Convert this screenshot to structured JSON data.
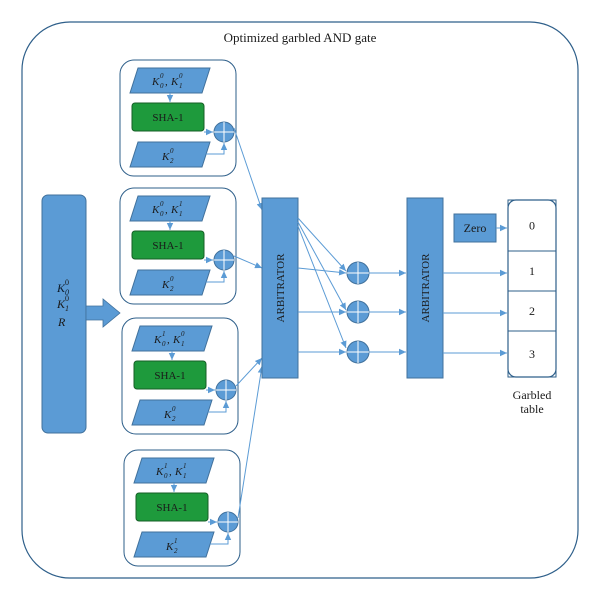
{
  "title": "Optimized garbled AND gate",
  "input_block": {
    "line1": "K",
    "line1_sub": "0",
    "line1_sup": "0",
    "line2": "K",
    "line2_sub": "1",
    "line2_sup": "0",
    "line3": "R"
  },
  "modules": [
    {
      "keys_a": "K",
      "keys_a_sub": "0",
      "keys_a_sup": "0",
      "keys_b": "K",
      "keys_b_sub": "1",
      "keys_b_sup": "0",
      "hash": "SHA-1",
      "key_c": "K",
      "key_c_sub": "2",
      "key_c_sup": "0"
    },
    {
      "keys_a": "K",
      "keys_a_sub": "0",
      "keys_a_sup": "0",
      "keys_b": "K",
      "keys_b_sub": "1",
      "keys_b_sup": "1",
      "hash": "SHA-1",
      "key_c": "K",
      "key_c_sub": "2",
      "key_c_sup": "0"
    },
    {
      "keys_a": "K",
      "keys_a_sub": "0",
      "keys_a_sup": "1",
      "keys_b": "K",
      "keys_b_sub": "1",
      "keys_b_sup": "0",
      "hash": "SHA-1",
      "key_c": "K",
      "key_c_sub": "2",
      "key_c_sup": "0"
    },
    {
      "keys_a": "K",
      "keys_a_sub": "0",
      "keys_a_sup": "1",
      "keys_b": "K",
      "keys_b_sub": "1",
      "keys_b_sup": "1",
      "hash": "SHA-1",
      "key_c": "K",
      "key_c_sub": "2",
      "key_c_sup": "1"
    }
  ],
  "arbitrator_1": "ARBITRATOR",
  "arbitrator_2": "ARBITRATOR",
  "zero_label": "Zero",
  "table_rows": [
    "0",
    "1",
    "2",
    "3"
  ],
  "table_caption_1": "Garbled",
  "table_caption_2": "table",
  "colors": {
    "blue": "#5b9bd5",
    "green": "#1e9a3c",
    "stroke": "#41719c",
    "frame": "#2e5f8a"
  }
}
